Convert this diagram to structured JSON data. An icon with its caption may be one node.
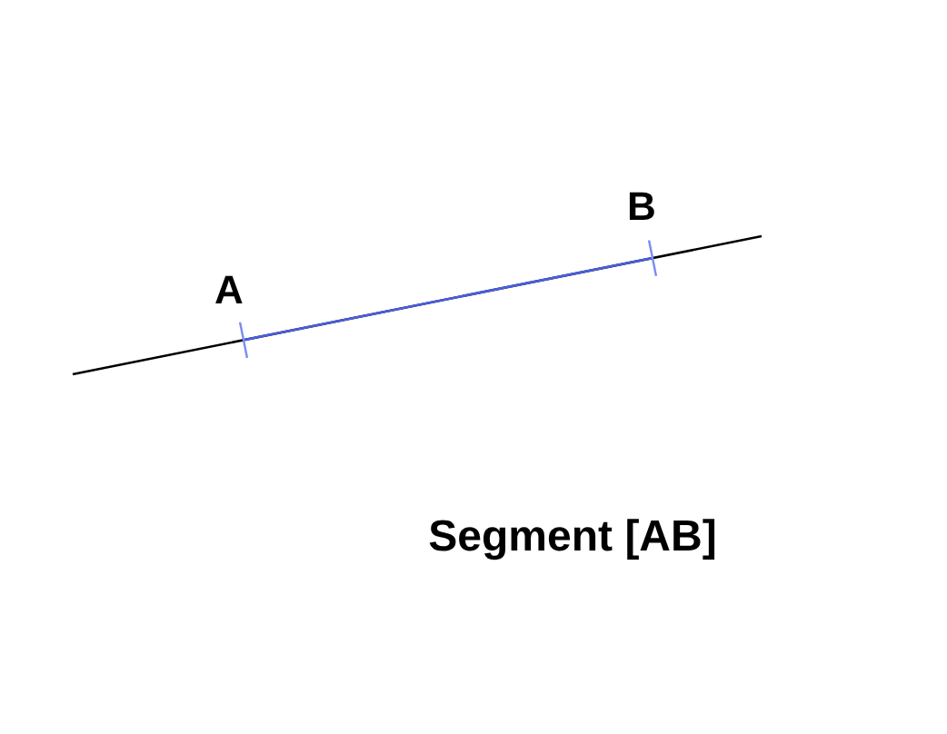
{
  "diagram": {
    "labels": [
      "A",
      "B",
      "Segment [AB]"
    ]
  }
}
